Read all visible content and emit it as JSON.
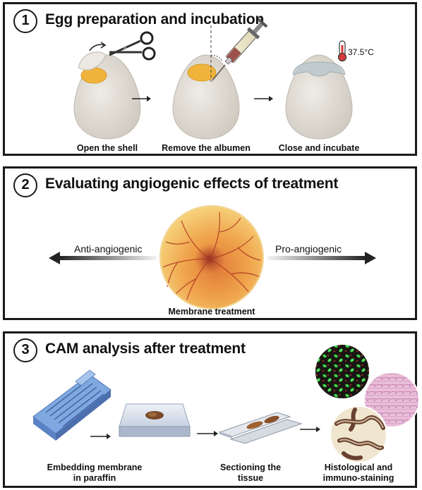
{
  "panel1": {
    "number": "1",
    "title": "Egg preparation and incubation",
    "steps": [
      "Open the shell",
      "Remove the albumen",
      "Close and incubate"
    ],
    "temperature": "37.5°C"
  },
  "panel2": {
    "number": "2",
    "title": "Evaluating angiogenic effects of treatment",
    "left_label": "Anti-angiogenic",
    "right_label": "Pro-angiogenic",
    "center_caption": "Membrane treatment"
  },
  "panel3": {
    "number": "3",
    "title": "CAM analysis after treatment",
    "step1": [
      "Embedding membrane",
      "in paraffin"
    ],
    "step2": [
      "Sectioning the",
      "tissue"
    ],
    "step3": [
      "Histological and",
      "immuno-staining"
    ]
  },
  "colors": {
    "border": "#1a1a1a",
    "yolk": "#f0b43c",
    "shell": "#e4e0d8",
    "cassette": "#7fa8e0"
  }
}
